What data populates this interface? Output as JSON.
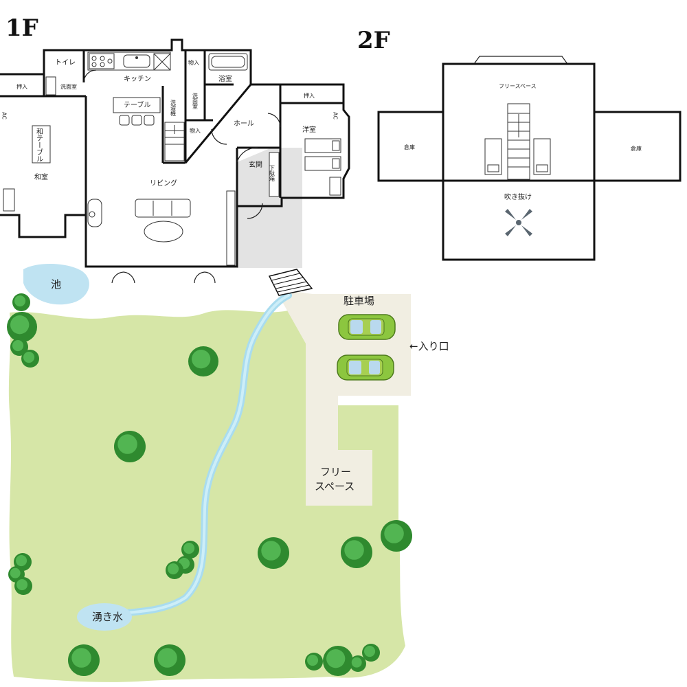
{
  "floors": {
    "first": "1F",
    "second": "2F"
  },
  "rooms_1f": {
    "toilet": "トイレ",
    "kitchen": "キッチン",
    "storage_a": "物入",
    "bathroom": "浴室",
    "closet_left": "押入",
    "washroom_left": "洗面室",
    "washroom_mid": "洗面室",
    "laundry": "洗濯機",
    "table": "テーブル",
    "storage_b": "物入",
    "hall": "ホール",
    "closet_right": "押入",
    "western_room": "洋室",
    "ac_left": "AC",
    "ac_right": "AC",
    "japanese_table": "和テーブル",
    "japanese_room": "和室",
    "living": "リビング",
    "entrance": "玄関",
    "shoe_box": "下駄箱"
  },
  "rooms_2f": {
    "free_space": "フリースペース",
    "storage_left": "倉庫",
    "storage_right": "倉庫",
    "atrium": "吹き抜け"
  },
  "site": {
    "pond": "池",
    "parking": "駐車場",
    "entrance_arrow": "←入り口",
    "free_space_line1": "フリー",
    "free_space_line2": "スペース",
    "spring": "湧き水"
  },
  "colors": {
    "lawn": "#d6e6a7",
    "path": "#f1eee2",
    "water": "#a9dcef",
    "pond": "#bfe3f2",
    "tree_dark": "#2f8a2f",
    "tree_light": "#52b552",
    "car": "#8cc63f",
    "porch": "#e3e3e3",
    "wall": "#111111"
  },
  "icons": [
    "stove-icon",
    "sink-icon",
    "bathtub-icon",
    "sofa-icon",
    "bed-icon",
    "staircase-icon",
    "ceiling-fan-icon",
    "car-icon",
    "tree-icon"
  ]
}
